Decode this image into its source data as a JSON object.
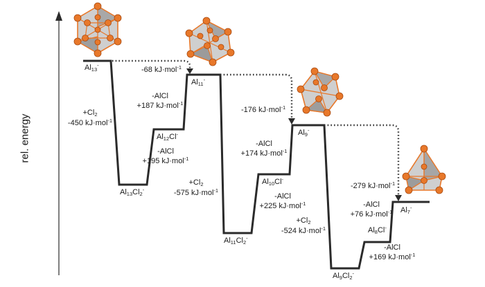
{
  "axis": {
    "ylabel": "rel. energy"
  },
  "levels": {
    "al13": {
      "base": "Al",
      "sub": "13",
      "sup": "-"
    },
    "al13cl2": {
      "base": "Al",
      "sub": "13",
      "tail": "Cl",
      "sub2": "2",
      "sup": "-"
    },
    "al12cl": {
      "base": "Al",
      "sub": "12",
      "tail": "Cl",
      "sup": "-"
    },
    "al11": {
      "base": "Al",
      "sub": "11",
      "sup": "-"
    },
    "al11cl2": {
      "base": "Al",
      "sub": "11",
      "tail": "Cl",
      "sub2": "2",
      "sup": "-"
    },
    "al10cl": {
      "base": "Al",
      "sub": "10",
      "tail": "Cl",
      "sup": "-"
    },
    "al9": {
      "base": "Al",
      "sub": "9",
      "sup": "-"
    },
    "al9cl2": {
      "base": "Al",
      "sub": "9",
      "tail": "Cl",
      "sub2": "2",
      "sup": "-"
    },
    "al8cl": {
      "base": "Al",
      "sub": "8",
      "tail": "Cl",
      "sup": "-"
    },
    "al7": {
      "base": "Al",
      "sub": "7",
      "sup": "-"
    }
  },
  "unit": {
    "main": "kJ·mol",
    "exp": "-1"
  },
  "steps": {
    "s1": {
      "reagent": "+Cl",
      "reagent_sub": "2",
      "energy": "-450"
    },
    "s2": {
      "reagent": "-AlCl",
      "energy": "+195"
    },
    "s3": {
      "reagent": "-AlCl",
      "energy": "+187"
    },
    "s4": {
      "reagent": "+Cl",
      "reagent_sub": "2",
      "energy": "-575"
    },
    "s5": {
      "reagent": "-AlCl",
      "energy": "+225"
    },
    "s6": {
      "reagent": "-AlCl",
      "energy": "+174"
    },
    "s7": {
      "reagent": "+Cl",
      "reagent_sub": "2",
      "energy": "-524"
    },
    "s8": {
      "reagent": "-AlCl",
      "energy": "+169"
    },
    "s9": {
      "reagent": "-AlCl",
      "energy": "+76"
    }
  },
  "net": {
    "n1": {
      "energy": "-68"
    },
    "n2": {
      "energy": "-176"
    },
    "n3": {
      "energy": "-279"
    }
  },
  "colors": {
    "line": "#2b2b2b",
    "atom": "#e8782a",
    "atom_edge": "#a94a10",
    "face": "#b9b9b9"
  }
}
